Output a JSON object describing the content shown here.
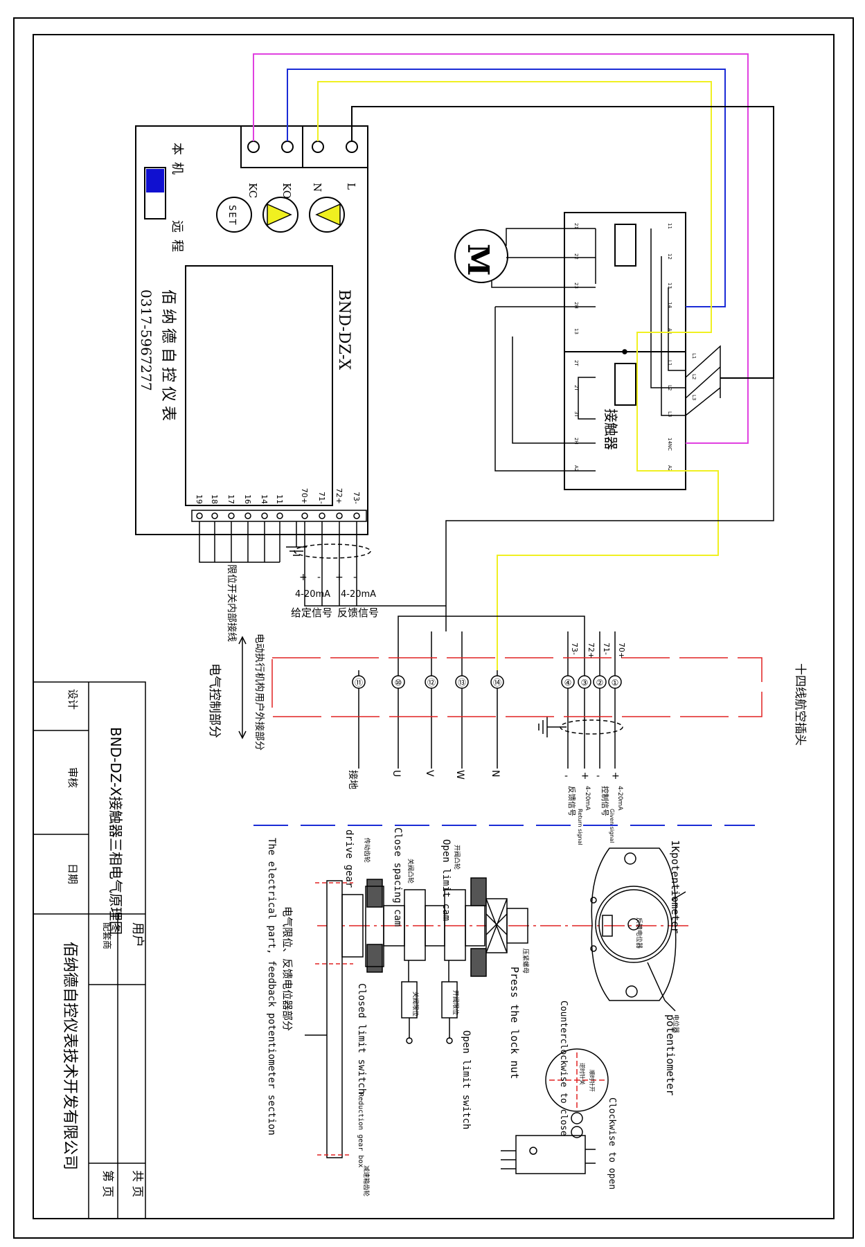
{
  "colors": {
    "magenta": "#e040e0",
    "blue": "#1a2bd6",
    "yellow": "#f0f020",
    "red": "#e02020",
    "ink": "#000000",
    "blue_panel": "#1010d0"
  },
  "controller": {
    "model": "BND-DZ-X",
    "brand": "佰纳德自控仪表",
    "phone": "0317-5967277",
    "top_terminals": [
      "KC",
      "KO",
      "N",
      "L"
    ],
    "button_set": "SET",
    "mode_local": "本机",
    "mode_remote": "远程",
    "bottom_terminals": [
      "19",
      "18",
      "17",
      "16",
      "14",
      "11",
      "70+",
      "71-",
      "72+",
      "73-"
    ],
    "limit_note": "限位开关内部接线",
    "signal_left_pol": [
      "+",
      "-"
    ],
    "signal_right_pol": [
      "+",
      "-"
    ],
    "signal_left_range": "4-20mA",
    "signal_right_range": "4-20mA",
    "signal_left_name": "给定信号",
    "signal_right_name": "反馈信号"
  },
  "contactor": {
    "label": "接触器",
    "upper_left_pins": [
      "21",
      "22",
      "23",
      "2H",
      "13"
    ],
    "upper_right_pins": [
      "11",
      "12",
      "13",
      "14",
      "A1"
    ],
    "lower_left_pins": [
      "2T",
      "2T",
      "3T",
      "2H",
      "A2"
    ],
    "lower_right_pins": [
      "L1",
      "L2",
      "L3",
      "14NC",
      "A2"
    ],
    "side_pins": [
      "L1",
      "L2",
      "L3"
    ],
    "motor": "M"
  },
  "connector": {
    "title": "十四线航空插头",
    "left_label": "电动执行机构",
    "right_label": "用户外接部分",
    "bottom_label": "电气控制部分",
    "pins": [
      "⑪",
      "⑩",
      "⑫",
      "⑬",
      "⑭",
      "④",
      "③",
      "②",
      "①"
    ],
    "pin_top_labels": [
      "73-",
      "72+",
      "71-",
      "70+"
    ],
    "pin_bottom_labels": [
      "接地",
      "U",
      "V",
      "W",
      "N"
    ],
    "signal_pol": [
      "-",
      "+",
      "-",
      "+"
    ],
    "feedback_label": "反馈信号",
    "feedback_range": "4-20mA",
    "command_label": "控制信号",
    "command_range": "4-20mA",
    "command_en": "Given signal",
    "feedback_en": "Return signal"
  },
  "mechanics": {
    "pot_label": "1Kpotentiometer",
    "pot_cn": "反馈电位器",
    "pot_label_2": "potentiometer",
    "pot_cn_2": "电位器",
    "lock_nut": "Press the lock nut",
    "lock_nut_cn": "压紧螺母",
    "open_cam": "Open limit cam",
    "open_cam_cn": "开阀凸轮",
    "close_cam": "Close spacing cam",
    "close_cam_cn": "关阀凸轮",
    "drive_gear": "drive gear",
    "drive_gear_cn": "传动齿轮",
    "open_switch": "Open limit switch",
    "open_switch_cn": "开阀限位",
    "close_switch": "Closed limit switch",
    "close_switch_cn": "关阀限位",
    "reduction": "Reduction gear box",
    "reduction_cn": "减速箱齿轮",
    "section_cn": "电气限位、反馈电位器部分",
    "section_en": "The electrical part, feedback potentiometer section",
    "ccw": "Counterclockwise to close",
    "cw": "Clockwise to open",
    "knob_cn_1": "逆时针关",
    "knob_cn_2": "顺时针开"
  },
  "title_block": {
    "design": "设计",
    "review": "审核",
    "date": "日期",
    "drawing_title": "BND-DZ-X接触器三相电气原理图",
    "user": "用户",
    "dealer": "配套商",
    "total_pages": "共  页",
    "page_no": "第  页",
    "company": "佰纳德自控仪表技术开发有限公司"
  }
}
